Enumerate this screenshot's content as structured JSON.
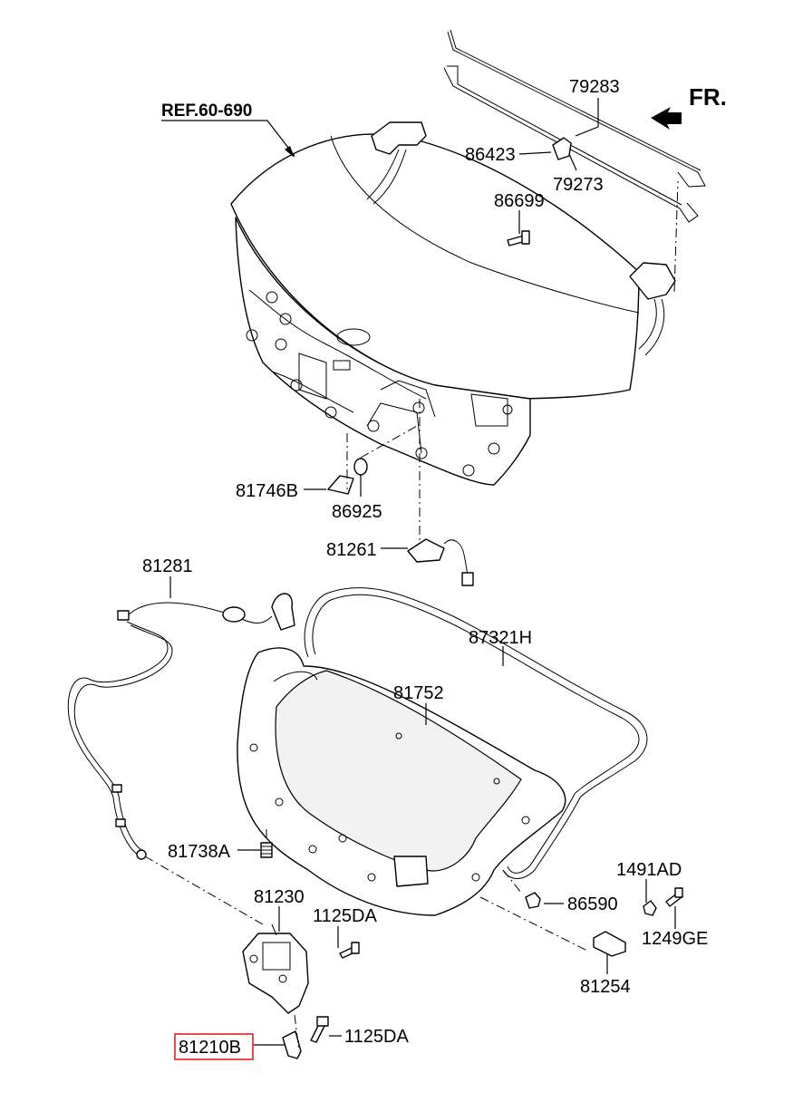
{
  "reference": {
    "text": "REF.60-690"
  },
  "front_indicator": {
    "text": "FR."
  },
  "parts": {
    "p79283": "79283",
    "p86423": "86423",
    "p79273": "79273",
    "p86699": "86699",
    "p81746B": "81746B",
    "p86925": "86925",
    "p81261": "81261",
    "p81281": "81281",
    "p87321H": "87321H",
    "p81752": "81752",
    "p81738A": "81738A",
    "p81230": "81230",
    "p1125DA_a": "1125DA",
    "p1491AD": "1491AD",
    "p86590": "86590",
    "p1249GE": "1249GE",
    "p81254": "81254",
    "p81210B": "81210B",
    "p1125DA_b": "1125DA"
  },
  "highlight": {
    "part": "81210B",
    "color": "#e0201b"
  }
}
